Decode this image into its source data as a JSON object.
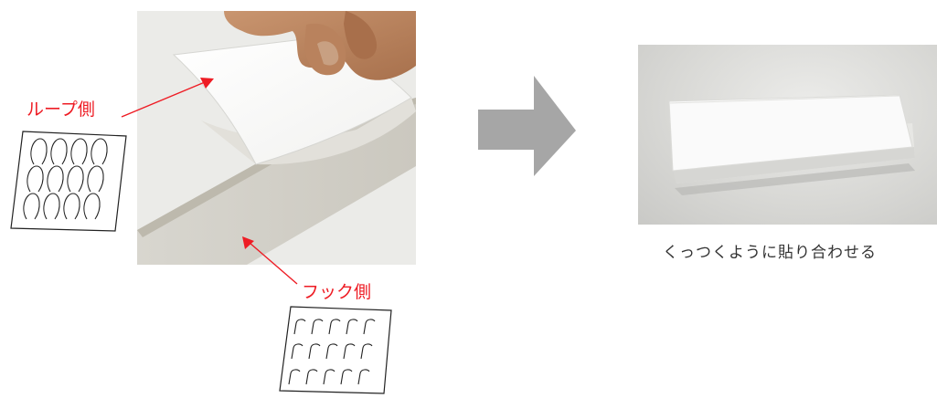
{
  "labels": {
    "loop_side": "ループ側",
    "hook_side": "フック側",
    "caption": "くっつくように貼り合わせる"
  },
  "colors": {
    "label": "#ee1c24",
    "arrow": "#ee1c24",
    "big_arrow": "#a6a6a6",
    "caption": "#333333"
  }
}
